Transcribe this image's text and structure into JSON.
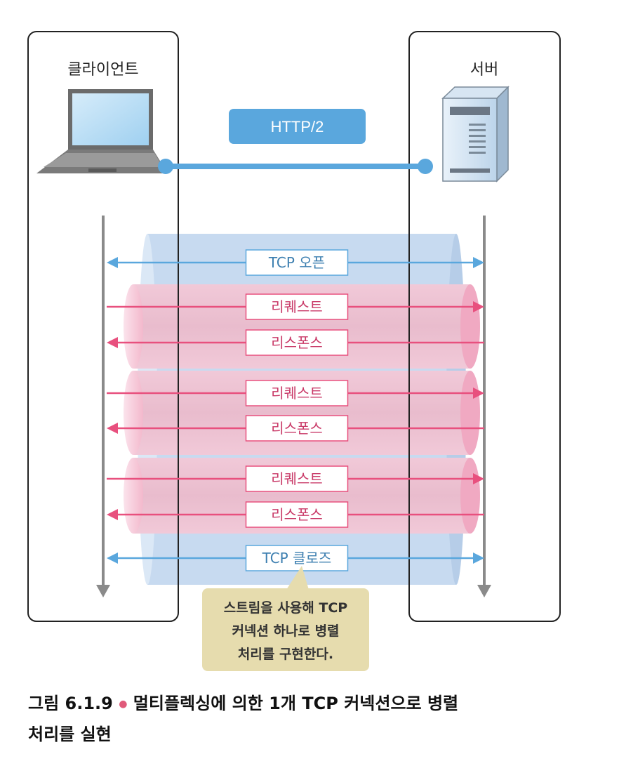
{
  "client": {
    "label": "클라이언트"
  },
  "server": {
    "label": "서버"
  },
  "protocol": {
    "label": "HTTP/2"
  },
  "messages": [
    {
      "kind": "open",
      "label": "TCP 오픈",
      "direction": "both"
    },
    {
      "kind": "request",
      "label": "리퀘스트",
      "direction": "to-server"
    },
    {
      "kind": "response",
      "label": "리스폰스",
      "direction": "to-client"
    },
    {
      "kind": "request",
      "label": "리퀘스트",
      "direction": "to-server"
    },
    {
      "kind": "response",
      "label": "리스폰스",
      "direction": "to-client"
    },
    {
      "kind": "request",
      "label": "리퀘스트",
      "direction": "to-server"
    },
    {
      "kind": "response",
      "label": "리스폰스",
      "direction": "to-client"
    },
    {
      "kind": "close",
      "label": "TCP 클로즈",
      "direction": "both"
    }
  ],
  "note": {
    "lines": [
      "스트림을 사용해 TCP",
      "커넥션 하나로 병렬",
      "처리를 구현한다."
    ]
  },
  "caption": {
    "number": "그림 6.1.9",
    "bullet": "●",
    "line1": "멀티플렉싱에 의한 1개 TCP 커넥션으로 병렬",
    "line2": "처리를 실현"
  },
  "colors": {
    "blue": "#5aa7dd",
    "blue_light": "#c6d9f0",
    "pink": "#e8507e",
    "pink_light": "#efc6d6",
    "note_bg": "#e6dcae",
    "arrow_gray": "#888888"
  }
}
